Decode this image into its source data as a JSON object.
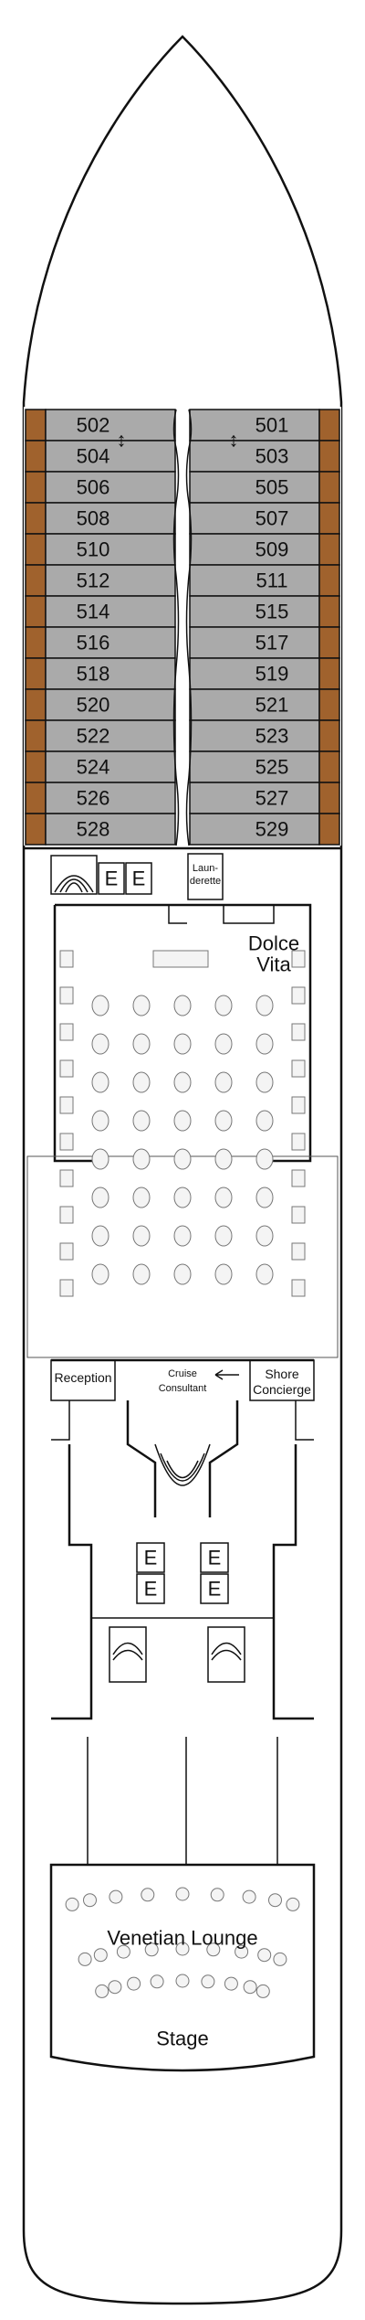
{
  "colors": {
    "cabin_fill": "#aaaaaa",
    "balcony_fill": "#a0622d",
    "outline": "#111111",
    "furniture": "#888888"
  },
  "cabins": {
    "port": [
      "502",
      "504",
      "506",
      "508",
      "510",
      "512",
      "514",
      "516",
      "518",
      "520",
      "522",
      "524",
      "526",
      "528"
    ],
    "starboard": [
      "501",
      "503",
      "505",
      "507",
      "509",
      "511",
      "515",
      "517",
      "519",
      "521",
      "523",
      "525",
      "527",
      "529"
    ]
  },
  "elevator_label": "E",
  "connecting_arrow": "↕",
  "labels": {
    "launderette_line1": "Laun-",
    "launderette_line2": "derette",
    "dolce_line1": "Dolce",
    "dolce_line2": "Vita",
    "reception": "Reception",
    "cruise_line1": "Cruise",
    "cruise_line2": "Consultant",
    "shore_line1": "Shore",
    "shore_line2": "Concierge",
    "venetian": "Venetian Lounge",
    "stage": "Stage"
  }
}
